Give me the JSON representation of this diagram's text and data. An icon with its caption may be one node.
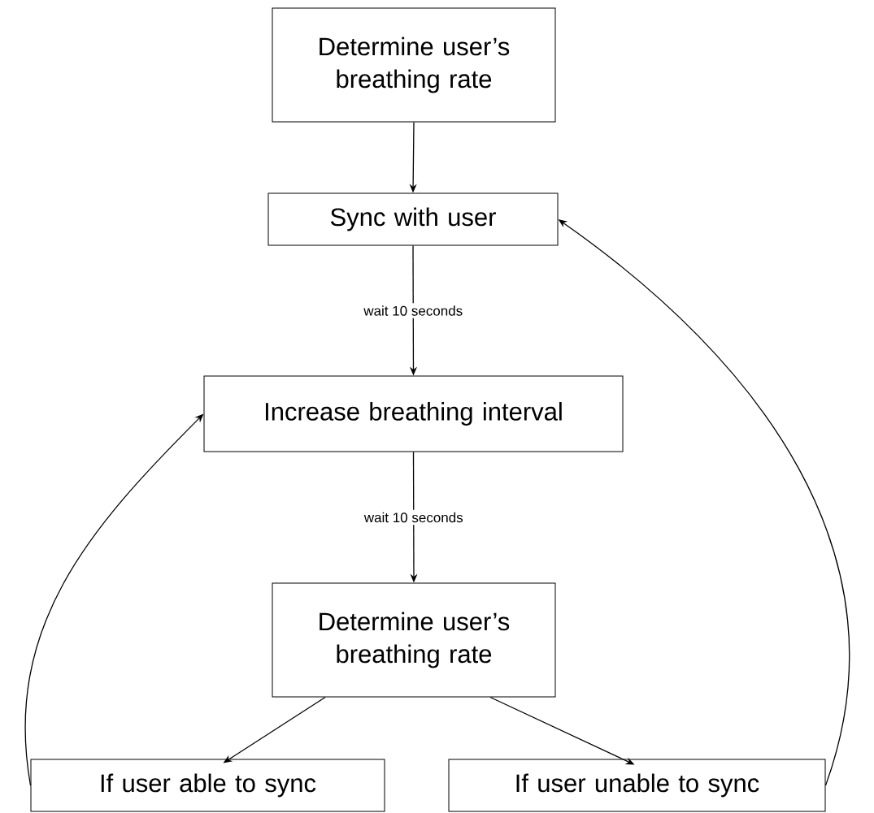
{
  "diagram": {
    "nodes": [
      {
        "text": [
          "Determine user’s breathing rate"
        ]
      },
      {
        "text": [
          "Sync with user"
        ]
      },
      {
        "text": [
          "Increase breathing interval"
        ]
      },
      {
        "text": [
          "Determine user’s breathing rate"
        ]
      },
      {
        "text": [
          "If user able to sync"
        ]
      },
      {
        "text": [
          "If user unable to sync"
        ]
      }
    ],
    "edges": [
      {
        "from": 0,
        "to": 1,
        "arrow": "to"
      },
      {
        "from": 1,
        "to": 2,
        "arrow": "to",
        "label": "wait 10 seconds"
      },
      {
        "from": 2,
        "to": 3,
        "arrow": "to",
        "label": "wait 10 seconds"
      },
      {
        "from": 3,
        "to": 4,
        "arrow": "to"
      },
      {
        "from": 3,
        "to": 5,
        "arrow": "to"
      },
      {
        "from": 4,
        "to": 2,
        "arrow": "to"
      },
      {
        "from": 5,
        "to": 1,
        "arrow": "to"
      }
    ]
  }
}
